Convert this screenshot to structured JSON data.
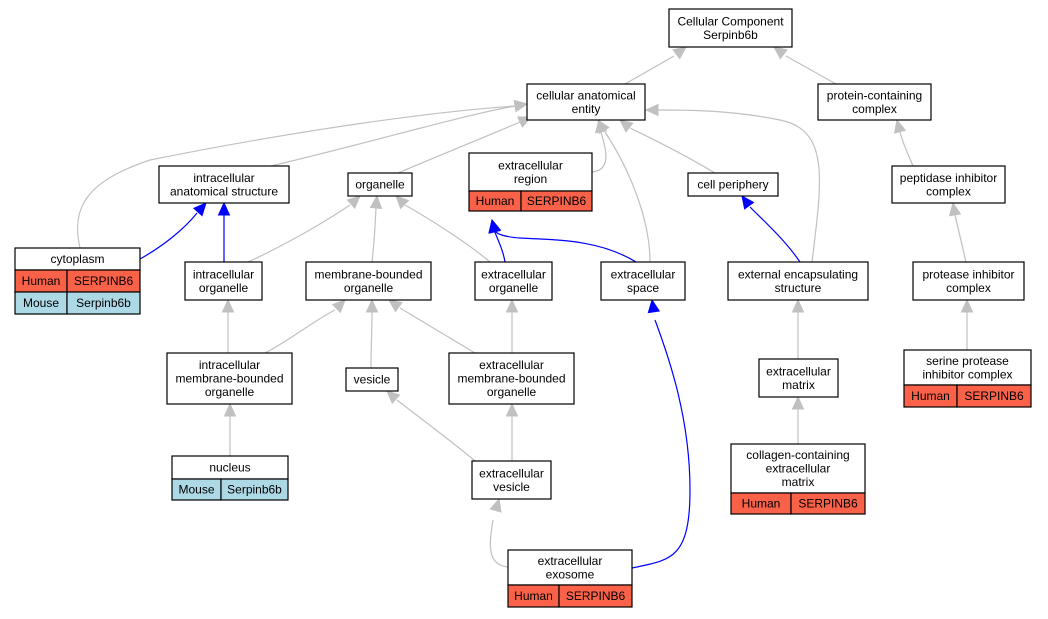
{
  "graph": {
    "colors": {
      "edge_gray": "#c0c0c0",
      "edge_blue": "#0000ff",
      "human": "#f96148",
      "mouse": "#add8e6"
    },
    "nodes": {
      "root": {
        "lines": [
          "Cellular Component",
          "Serpinb6b"
        ]
      },
      "cae": {
        "lines": [
          "cellular anatomical",
          "entity"
        ]
      },
      "pcc": {
        "lines": [
          "protein-containing",
          "complex"
        ]
      },
      "ias": {
        "lines": [
          "intracellular",
          "anatomical structure"
        ]
      },
      "organelle": {
        "lines": [
          "organelle"
        ]
      },
      "exreg": {
        "lines": [
          "extracellular",
          "region"
        ],
        "annotations": [
          {
            "species": "Human",
            "gene": "SERPINB6"
          }
        ]
      },
      "cellper": {
        "lines": [
          "cell periphery"
        ]
      },
      "pic": {
        "lines": [
          "peptidase inhibitor",
          "complex"
        ]
      },
      "cytoplasm": {
        "lines": [
          "cytoplasm"
        ],
        "annotations": [
          {
            "species": "Human",
            "gene": "SERPINB6"
          },
          {
            "species": "Mouse",
            "gene": "Serpinb6b"
          }
        ]
      },
      "intorg": {
        "lines": [
          "intracellular",
          "organelle"
        ]
      },
      "mbo": {
        "lines": [
          "membrane-bounded",
          "organelle"
        ]
      },
      "exorg": {
        "lines": [
          "extracellular",
          "organelle"
        ]
      },
      "exspace": {
        "lines": [
          "extracellular",
          "space"
        ]
      },
      "ees": {
        "lines": [
          "external encapsulating",
          "structure"
        ]
      },
      "proic": {
        "lines": [
          "protease inhibitor",
          "complex"
        ]
      },
      "imbo": {
        "lines": [
          "intracellular",
          "membrane-bounded",
          "organelle"
        ]
      },
      "vesicle": {
        "lines": [
          "vesicle"
        ]
      },
      "embo": {
        "lines": [
          "extracellular",
          "membrane-bounded",
          "organelle"
        ]
      },
      "exmatrix": {
        "lines": [
          "extracellular",
          "matrix"
        ]
      },
      "spic": {
        "lines": [
          "serine protease",
          "inhibitor complex"
        ],
        "annotations": [
          {
            "species": "Human",
            "gene": "SERPINB6"
          }
        ]
      },
      "nucleus": {
        "lines": [
          "nucleus"
        ],
        "annotations": [
          {
            "species": "Mouse",
            "gene": "Serpinb6b"
          }
        ]
      },
      "exves": {
        "lines": [
          "extracellular",
          "vesicle"
        ]
      },
      "ccem": {
        "lines": [
          "collagen-containing",
          "extracellular",
          "matrix"
        ],
        "annotations": [
          {
            "species": "Human",
            "gene": "SERPINB6"
          }
        ]
      },
      "exosome": {
        "lines": [
          "extracellular",
          "exosome"
        ],
        "annotations": [
          {
            "species": "Human",
            "gene": "SERPINB6"
          }
        ]
      }
    },
    "edges": [
      {
        "from": "cae",
        "to": "root",
        "color": "gray"
      },
      {
        "from": "pcc",
        "to": "root",
        "color": "gray"
      },
      {
        "from": "ias",
        "to": "cae",
        "color": "gray"
      },
      {
        "from": "organelle",
        "to": "cae",
        "color": "gray"
      },
      {
        "from": "exreg",
        "to": "cae",
        "color": "gray"
      },
      {
        "from": "cellper",
        "to": "cae",
        "color": "gray"
      },
      {
        "from": "cytoplasm",
        "to": "cae",
        "color": "gray"
      },
      {
        "from": "exspace",
        "to": "cae",
        "color": "gray"
      },
      {
        "from": "ees",
        "to": "cae",
        "color": "gray"
      },
      {
        "from": "pic",
        "to": "pcc",
        "color": "gray"
      },
      {
        "from": "proic",
        "to": "pic",
        "color": "gray"
      },
      {
        "from": "spic",
        "to": "proic",
        "color": "gray"
      },
      {
        "from": "cytoplasm",
        "to": "ias",
        "color": "blue"
      },
      {
        "from": "intorg",
        "to": "ias",
        "color": "blue"
      },
      {
        "from": "intorg",
        "to": "organelle",
        "color": "gray"
      },
      {
        "from": "mbo",
        "to": "organelle",
        "color": "gray"
      },
      {
        "from": "exorg",
        "to": "organelle",
        "color": "gray"
      },
      {
        "from": "exorg",
        "to": "exreg",
        "color": "blue"
      },
      {
        "from": "exspace",
        "to": "exreg",
        "color": "blue"
      },
      {
        "from": "ees",
        "to": "cellper",
        "color": "blue"
      },
      {
        "from": "imbo",
        "to": "intorg",
        "color": "gray"
      },
      {
        "from": "imbo",
        "to": "mbo",
        "color": "gray"
      },
      {
        "from": "vesicle",
        "to": "mbo",
        "color": "gray"
      },
      {
        "from": "embo",
        "to": "mbo",
        "color": "gray"
      },
      {
        "from": "embo",
        "to": "exorg",
        "color": "gray"
      },
      {
        "from": "exmatrix",
        "to": "ees",
        "color": "gray"
      },
      {
        "from": "ccem",
        "to": "exmatrix",
        "color": "gray"
      },
      {
        "from": "nucleus",
        "to": "imbo",
        "color": "gray"
      },
      {
        "from": "exves",
        "to": "vesicle",
        "color": "gray"
      },
      {
        "from": "exves",
        "to": "embo",
        "color": "gray"
      },
      {
        "from": "exosome",
        "to": "exves",
        "color": "gray"
      },
      {
        "from": "exosome",
        "to": "exspace",
        "color": "blue"
      }
    ]
  }
}
